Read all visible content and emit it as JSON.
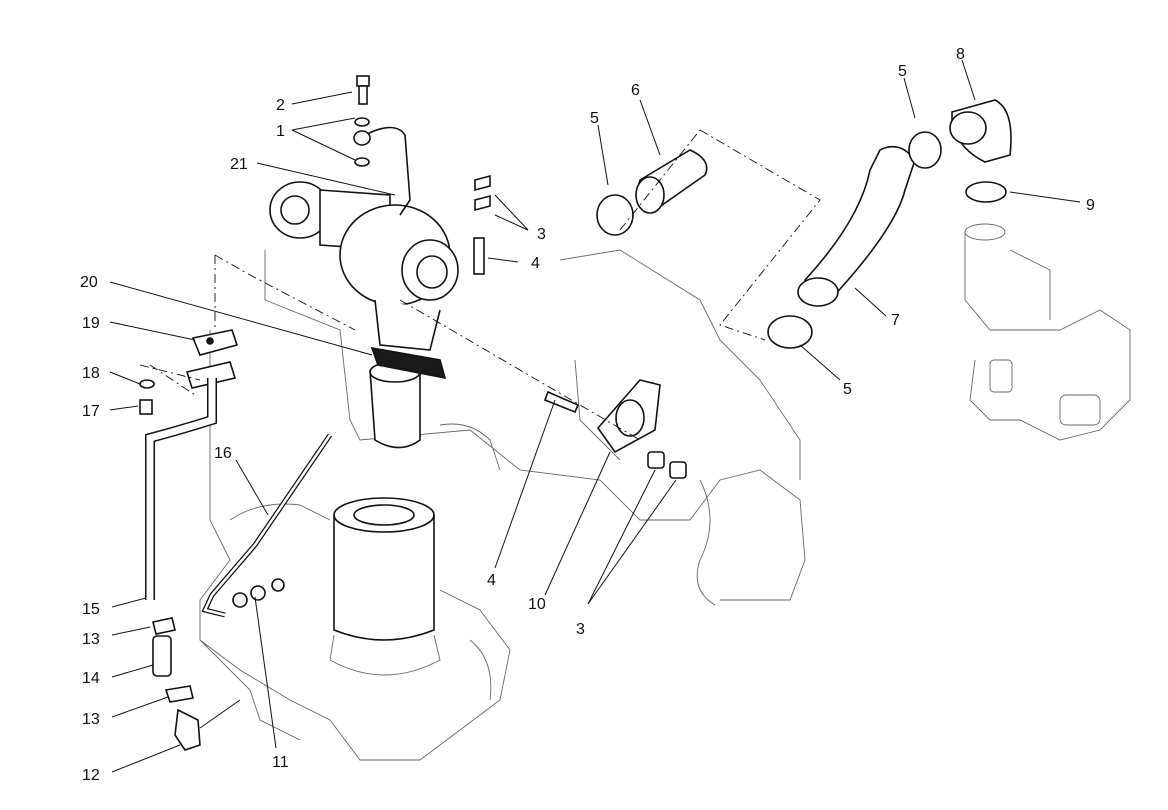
{
  "diagram": {
    "callouts": [
      {
        "id": "c1",
        "label": "1"
      },
      {
        "id": "c2",
        "label": "2"
      },
      {
        "id": "c3a",
        "label": "3"
      },
      {
        "id": "c3b",
        "label": "3"
      },
      {
        "id": "c4a",
        "label": "4"
      },
      {
        "id": "c4b",
        "label": "4"
      },
      {
        "id": "c5a",
        "label": "5"
      },
      {
        "id": "c5b",
        "label": "5"
      },
      {
        "id": "c5c",
        "label": "5"
      },
      {
        "id": "c6",
        "label": "6"
      },
      {
        "id": "c7",
        "label": "7"
      },
      {
        "id": "c8",
        "label": "8"
      },
      {
        "id": "c9",
        "label": "9"
      },
      {
        "id": "c10",
        "label": "10"
      },
      {
        "id": "c11",
        "label": "11"
      },
      {
        "id": "c12",
        "label": "12"
      },
      {
        "id": "c13a",
        "label": "13"
      },
      {
        "id": "c13b",
        "label": "13"
      },
      {
        "id": "c14",
        "label": "14"
      },
      {
        "id": "c15",
        "label": "15"
      },
      {
        "id": "c16",
        "label": "16"
      },
      {
        "id": "c17",
        "label": "17"
      },
      {
        "id": "c18",
        "label": "18"
      },
      {
        "id": "c19",
        "label": "19"
      },
      {
        "id": "c20",
        "label": "20"
      },
      {
        "id": "c21",
        "label": "21"
      }
    ]
  }
}
